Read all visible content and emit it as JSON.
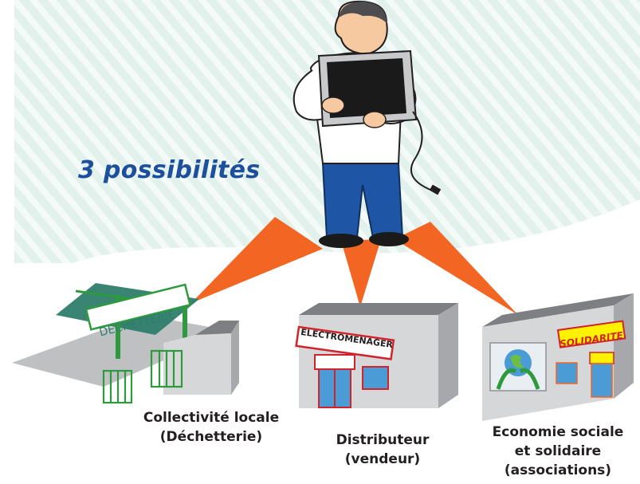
{
  "headline": "3 possibilités",
  "signs": {
    "dechetterie": "DECHETTERIE",
    "electromenager": "ELECTROMENAGER",
    "solidarite": "SOLIDARITE"
  },
  "options": [
    {
      "line1": "Collectivité locale",
      "line2": "(Déchetterie)"
    },
    {
      "line1": "Distributeur",
      "line2": "(vendeur)"
    },
    {
      "line1": "Economie sociale",
      "line2": "et solidaire",
      "line3": "(associations)"
    }
  ],
  "colors": {
    "headline": "#1c4f9c",
    "beam": "#f26522",
    "background_stripes": "#e2f1ec",
    "canopy": "#2e7d6b",
    "fence": "#2e9a3e",
    "building_grey": "#c8c9cb",
    "sign_red": "#d2232a",
    "sign_yellow": "#fff200",
    "shirt_blue": "#1f55a5"
  },
  "icons": {
    "person": "man-carrying-monitor-illustration",
    "cable": "power-plug-icon"
  }
}
